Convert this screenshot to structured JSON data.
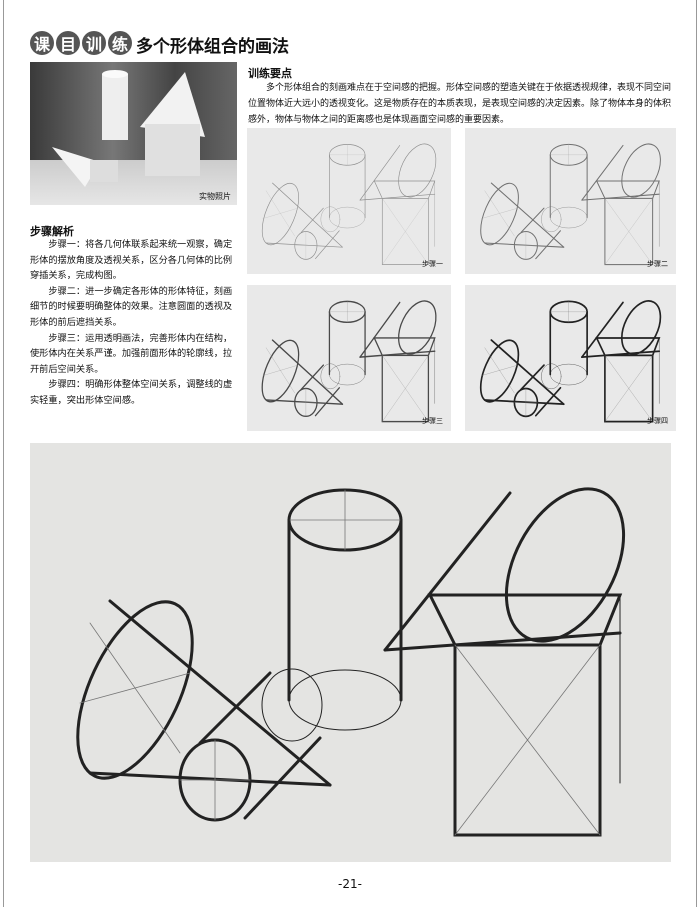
{
  "header": {
    "badge_chars": [
      "课",
      "目",
      "训",
      "练"
    ],
    "title": "多个形体组合的画法"
  },
  "photo": {
    "label": "实物照片"
  },
  "key_points": {
    "heading": "训练要点",
    "text": "多个形体组合的刻画难点在于空间感的把握。形体空间感的塑造关键在于依据透视规律，表现不同空间位置物体近大远小的透视变化。这是物质存在的本质表现，是表现空间感的决定因素。除了物体本身的体积感外，物体与物体之间的距离感也是体现画面空间感的重要因素。"
  },
  "steps": {
    "heading": "步骤解析",
    "items": [
      "步骤一：将各几何体联系起来统一观察，确定形体的摆放角度及透视关系，区分各几何体的比例穿插关系，完成构图。",
      "步骤二：进一步确定各形体的形体特征，刻画细节的时候要明确整体的效果。注意圆面的透视及形体的前后遮挡关系。",
      "步骤三：运用透明画法，完善形体内在结构，使形体内在关系严谨。加强前面形体的轮廓线，拉开前后空间关系。",
      "步骤四：明确形体整体空间关系，调整线的虚实轻重，突出形体空间感。"
    ]
  },
  "thumbnails": [
    {
      "label": "步骤一"
    },
    {
      "label": "步骤二"
    },
    {
      "label": "步骤三"
    },
    {
      "label": "步骤四"
    }
  ],
  "page_number": "-21-"
}
